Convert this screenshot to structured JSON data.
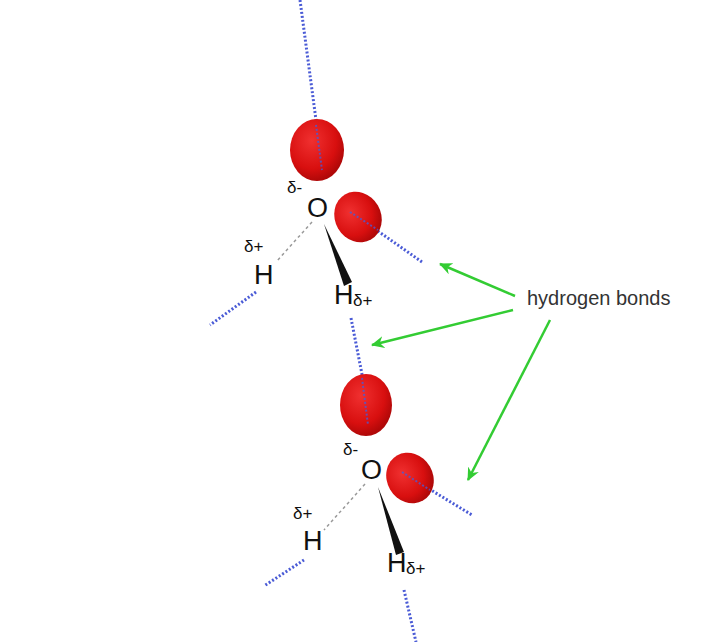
{
  "diagram": {
    "labels": [
      "δ-",
      "O",
      "δ+",
      "H",
      "H",
      "δ+",
      "δ-",
      "O",
      "δ+",
      "H",
      "H",
      "δ+",
      "hydrogen bonds"
    ]
  }
}
